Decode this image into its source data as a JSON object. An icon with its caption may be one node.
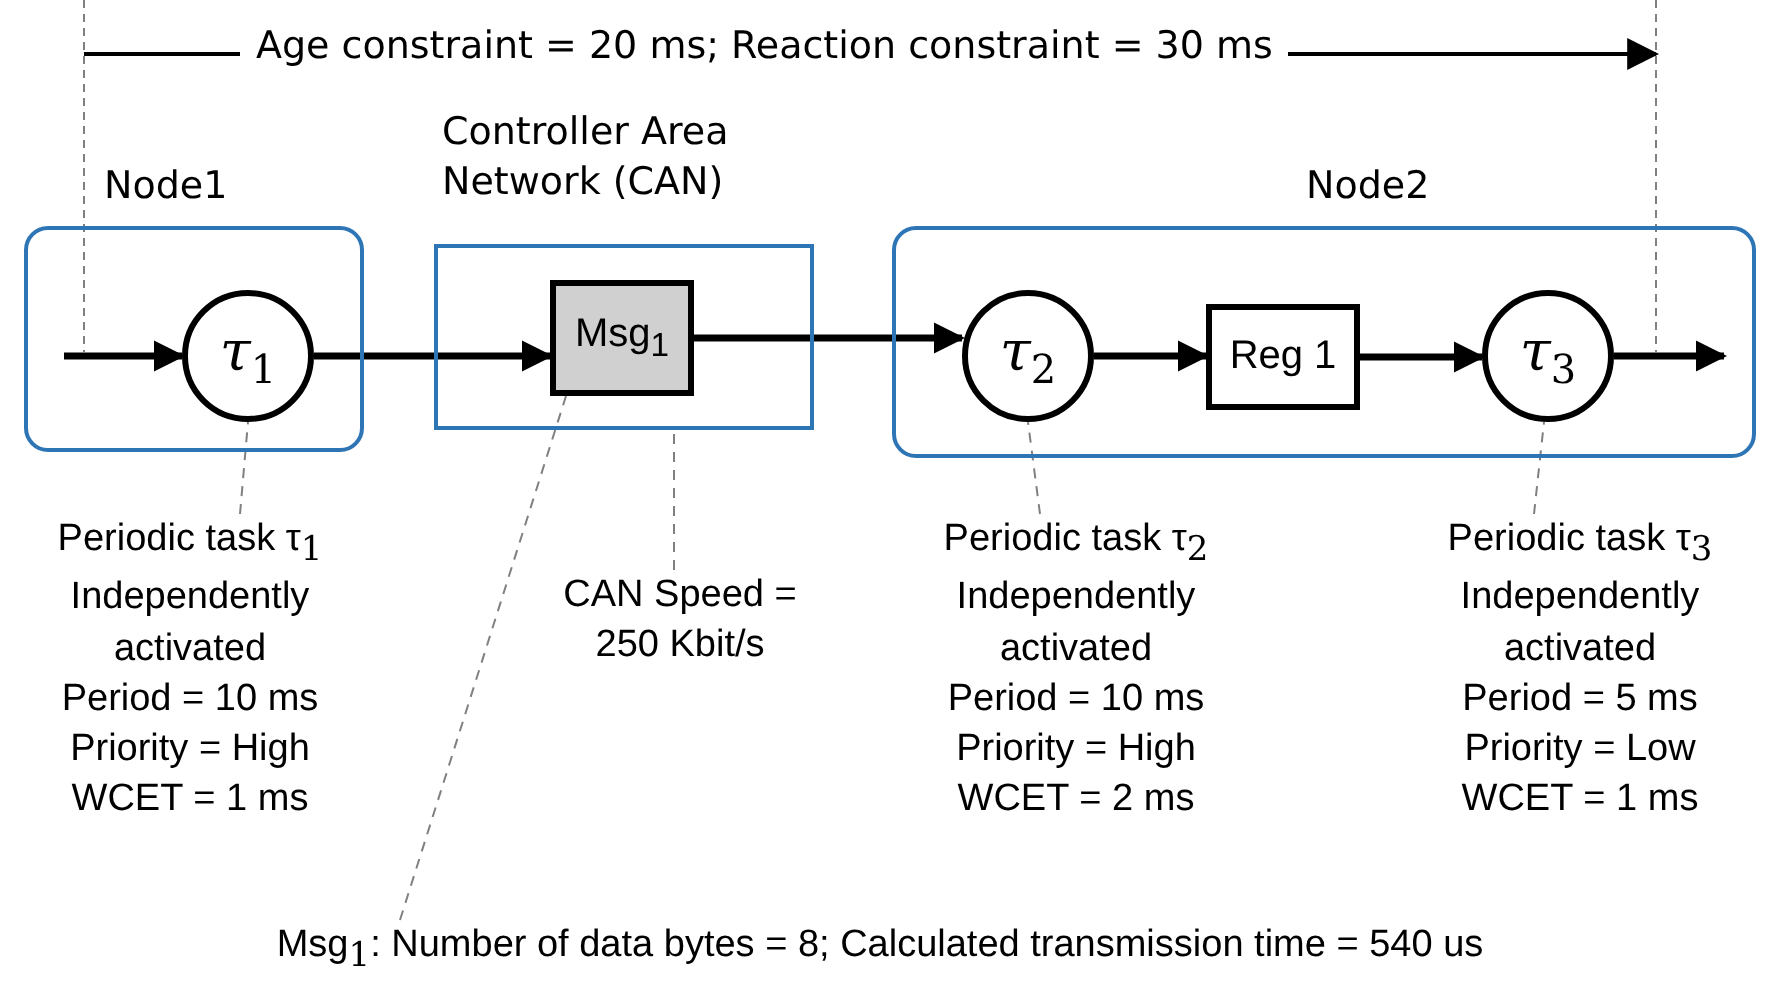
{
  "diagram": {
    "nodes": [
      {
        "text": [
          "Node1"
        ]
      },
      {
        "text": [
          "Controller Area Network (CAN)"
        ]
      },
      {
        "text": [
          "Node2"
        ]
      },
      {
        "text": [
          "τ$_{1}$"
        ],
        "in": 0
      },
      {
        "text": [
          "Msg$_{1}$"
        ],
        "in": 1
      },
      {
        "text": [
          "τ$_{2}$"
        ],
        "in": 2
      },
      {
        "text": [
          "Reg 1"
        ],
        "in": 2
      },
      {
        "text": [
          "τ$_{3}$"
        ],
        "in": 2
      },
      {
        "text": [
          "Periodic task τ$_{1}$",
          "Independently activated",
          "Period = 10 ms",
          "Priority = High",
          "WCET = 1 ms"
        ]
      },
      {
        "text": [
          "CAN Speed = 250 Kbit/s"
        ]
      },
      {
        "text": [
          "Periodic task τ$_{2}$",
          "Independently activated",
          "Period = 10 ms",
          "Priority = High",
          "WCET = 2 ms"
        ]
      },
      {
        "text": [
          "Periodic task τ$_{3}$",
          "Independently activated",
          "Period = 5 ms",
          "Priority = Low",
          "WCET = 1 ms"
        ]
      },
      {
        "text": [
          "Msg$_{1}$: Number of data bytes = 8; Calculated transmission time = 540 us"
        ]
      }
    ],
    "edges": [
      {
        "from": null,
        "to": 3,
        "arrow": "to"
      },
      {
        "from": 3,
        "to": 4,
        "arrow": "to"
      },
      {
        "from": 4,
        "to": 5,
        "arrow": "to"
      },
      {
        "from": 5,
        "to": 6,
        "arrow": "to"
      },
      {
        "from": 6,
        "to": 7,
        "arrow": "to"
      },
      {
        "from": 7,
        "to": null,
        "arrow": "to"
      },
      {
        "from": 8,
        "to": 3,
        "arrow": "none",
        "style": "dashed",
        "color": "#808080"
      },
      {
        "from": 9,
        "to": 1,
        "arrow": "none",
        "style": "dashed",
        "color": "#808080"
      },
      {
        "from": 10,
        "to": 5,
        "arrow": "none",
        "style": "dashed",
        "color": "#808080"
      },
      {
        "from": 11,
        "to": 7,
        "arrow": "none",
        "style": "dashed",
        "color": "#808080"
      },
      {
        "from": 12,
        "to": 4,
        "arrow": "none",
        "style": "dashed",
        "color": "#808080"
      }
    ],
    "labels": [
      "Age constraint = 20 ms; Reaction constraint = 30 ms"
    ]
  }
}
